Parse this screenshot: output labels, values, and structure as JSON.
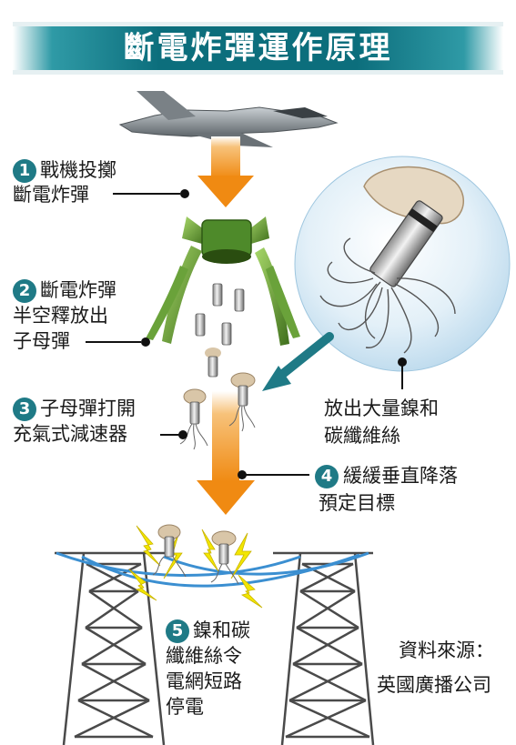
{
  "title": "斷電炸彈運作原理",
  "steps": [
    {
      "number": "1",
      "lines": [
        "戰機投擲",
        "斷電炸彈"
      ]
    },
    {
      "number": "2",
      "lines": [
        "斷電炸彈",
        "半空釋放出",
        "子母彈"
      ]
    },
    {
      "number": "3",
      "lines": [
        "子母彈打開",
        "充氣式減速器"
      ]
    },
    {
      "number": "4",
      "lines": [
        "緩緩垂直降落",
        "預定目標"
      ]
    },
    {
      "number": "5",
      "lines": [
        "鎳和碳",
        "纖維絲令",
        "電網短路",
        "停電"
      ]
    }
  ],
  "callout": {
    "lines": [
      "放出大量鎳和",
      "碳纖維絲"
    ]
  },
  "source": {
    "label": "資料來源：",
    "name": "英國廣播公司"
  },
  "colors": {
    "banner": "#0c6e7c",
    "badge": "#1f7a86",
    "arrow": "#f08a12",
    "cable": "#3b8fd1",
    "spark": "#f2e600",
    "bubble": "#cfe6f4",
    "green": "#5e8f2c"
  }
}
